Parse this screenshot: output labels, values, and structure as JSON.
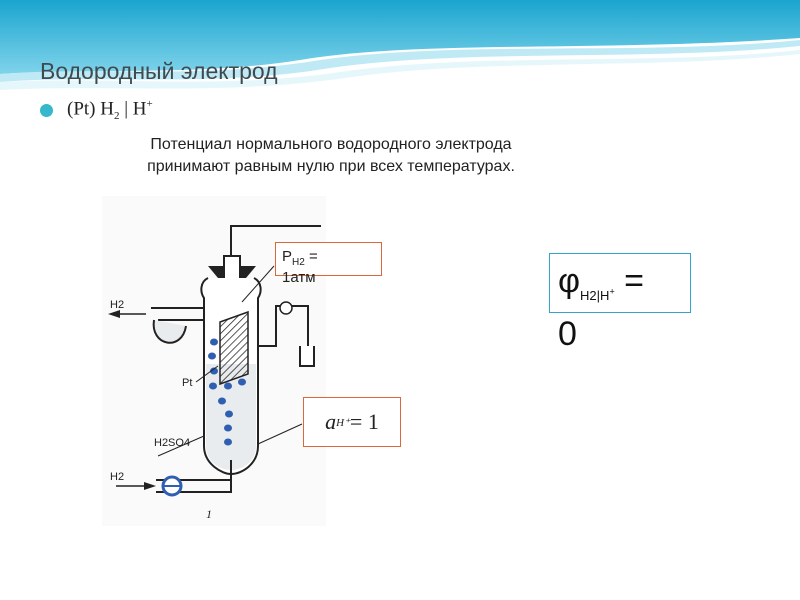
{
  "slide": {
    "title": "Водородный электрод",
    "bullet": {
      "prefix": "(Pt) H",
      "sub": "2",
      "middle": " | H",
      "sup": "+"
    },
    "paragraph_line1": "Потенциал нормального водородного электрода",
    "paragraph_line2": "принимают равным нулю при всех температурах."
  },
  "pressure_box": {
    "p": "P",
    "sub": "H2",
    "eq": " =",
    "value": "1атм"
  },
  "activity_box": {
    "a": "a",
    "sub": "H⁺",
    "eq": " = 1"
  },
  "potential_box": {
    "phi": "φ",
    "sub": "H2|H",
    "sup": "+",
    "eq": " =",
    "value": "0"
  },
  "diagram": {
    "label_h2_top": "H2",
    "label_h2_bottom": "H2",
    "label_pt": "Pt",
    "label_h2so4": "H2SO4",
    "label_number": "1"
  },
  "colors": {
    "accent": "#35b7cc",
    "box_orange": "#d9683f",
    "box_blue": "#35a3c9",
    "bubble": "#2f5fb0"
  }
}
